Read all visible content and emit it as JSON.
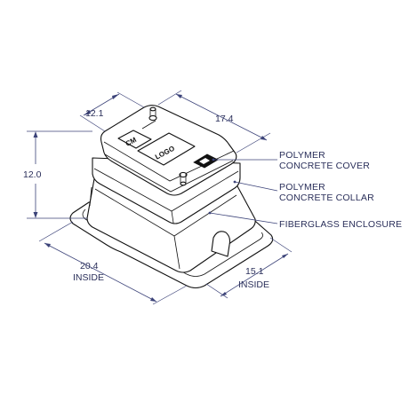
{
  "dimensions": {
    "height": "12.0",
    "cover_width": "12.1",
    "cover_length": "17.4",
    "inside_width": "20.4",
    "inside_width_note": "INSIDE",
    "inside_length": "15.1",
    "inside_length_note": "INSIDE"
  },
  "callouts": {
    "cover_line1": "POLYMER",
    "cover_line2": "CONCRETE COVER",
    "collar_line1": "POLYMER",
    "collar_line2": "CONCRETE COLLAR",
    "enclosure": "FIBERGLASS ENCLOSURE"
  },
  "cover_marks": {
    "brand": "CM",
    "logo": "LOGO"
  },
  "colors": {
    "dimension_lines": "#3b4278",
    "object_lines": "#111111"
  }
}
